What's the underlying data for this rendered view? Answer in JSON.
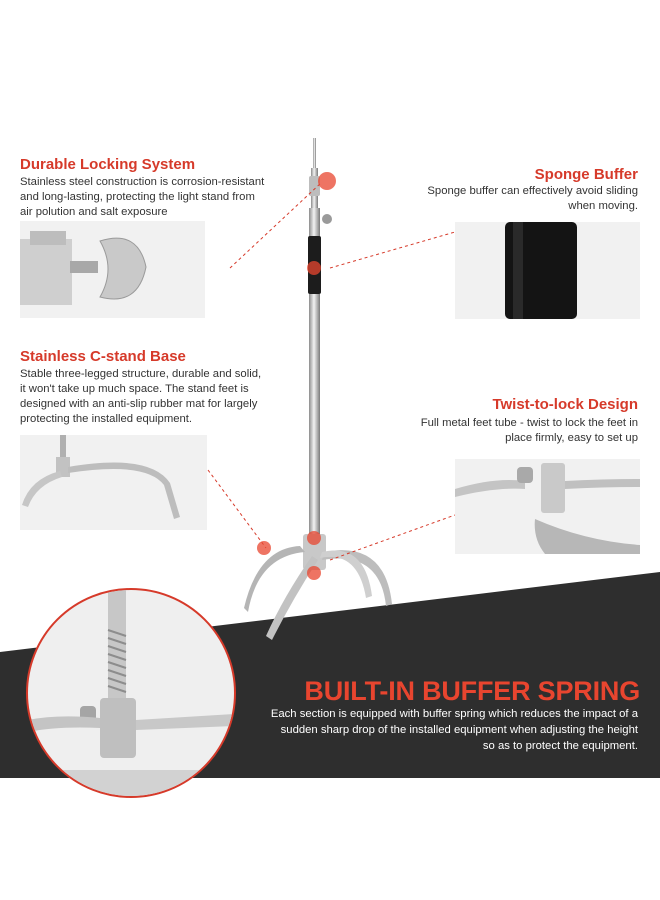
{
  "colors": {
    "accent": "#d63a2a",
    "headline": "#e8452f",
    "dark_band": "#2e2e2e",
    "text": "#333333"
  },
  "features": {
    "locking": {
      "title": "Durable Locking System",
      "lines": [
        "Stainless steel construction is corrosion-resistant",
        "and long-lasting, protecting the light stand from",
        "air polution and salt exposure"
      ]
    },
    "sponge": {
      "title": "Sponge Buffer",
      "lines": [
        "Sponge buffer can effectively avoid sliding",
        "when moving."
      ]
    },
    "base": {
      "title": "Stainless C-stand Base",
      "lines": [
        "Stable three-legged structure, durable and solid,",
        "it won't take up much space. The stand feet is",
        "designed with an anti-slip rubber mat for largely",
        "protecting the installed equipment."
      ]
    },
    "twist": {
      "title": "Twist-to-lock Design",
      "lines": [
        "Full metal feet tube - twist to lock the feet in",
        "place firmly, easy to set up"
      ]
    }
  },
  "buffer_spring": {
    "title": "BUILT-IN BUFFER SPRING",
    "lines": [
      "Each section is equipped with buffer spring which reduces the impact of a",
      "sudden sharp drop of  the installed equipment when adjusting the height",
      "so as to protect the equipment."
    ]
  },
  "icons": {
    "detail_photos": [
      "knob-photo-icon",
      "sponge-photo-icon",
      "base-leg-photo-icon",
      "twist-lock-photo-icon",
      "spring-closeup-photo-icon"
    ],
    "product": "c-stand-icon"
  }
}
